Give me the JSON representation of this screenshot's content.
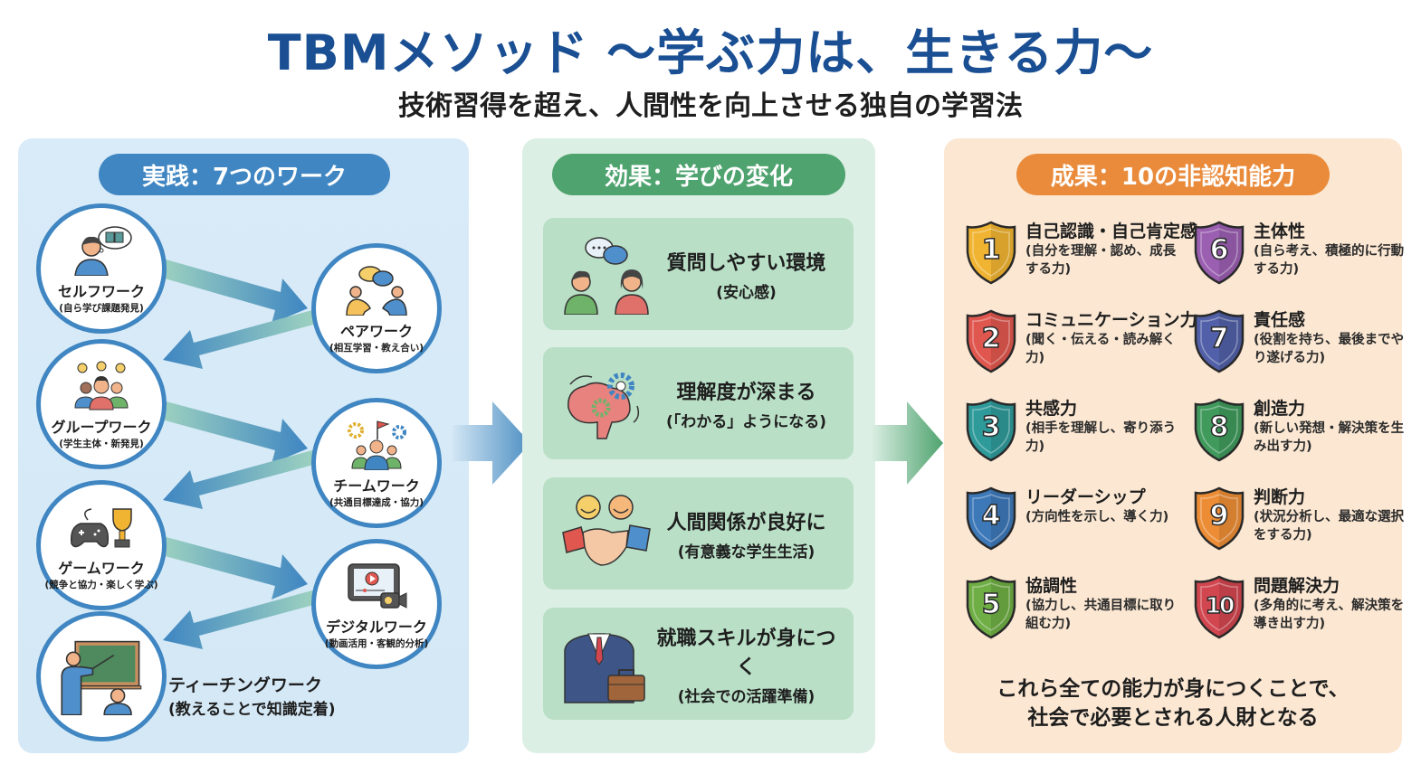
{
  "header": {
    "title": "TBMメソッド ～学ぶ力は、生きる力～",
    "subtitle": "技術習得を超え、人間性を向上させる独自の学習法"
  },
  "practice": {
    "heading": "実践：7つのワーク",
    "works": [
      {
        "name": "セルフワーク",
        "desc": "(自ら学び課題発見)",
        "icon": "person-thinking-book-icon"
      },
      {
        "name": "ペアワーク",
        "desc": "(相互学習・教え合い)",
        "icon": "pair-conversation-icon"
      },
      {
        "name": "グループワーク",
        "desc": "(学生主体・新発見)",
        "icon": "group-lightbulb-icon"
      },
      {
        "name": "チームワーク",
        "desc": "(共通目標達成・協力)",
        "icon": "team-flag-gears-icon"
      },
      {
        "name": "ゲームワーク",
        "desc": "(競争と協力・楽しく学ぶ)",
        "icon": "gamepad-trophy-icon"
      },
      {
        "name": "デジタルワーク",
        "desc": "(動画活用・客観的分析)",
        "icon": "tablet-video-camera-icon"
      },
      {
        "name": "ティーチングワーク",
        "desc": "(教えることで知識定着)",
        "icon": "teacher-blackboard-icon"
      }
    ]
  },
  "effects": {
    "heading": "効果：学びの変化",
    "items": [
      {
        "main": "質問しやすい環境",
        "sub": "(安心感)",
        "icon": "two-people-speech-icon"
      },
      {
        "main": "理解度が深まる",
        "sub": "(「わかる」ようになる)",
        "icon": "brain-gears-icon"
      },
      {
        "main": "人間関係が良好に",
        "sub": "(有意義な学生生活)",
        "icon": "handshake-smiles-icon"
      },
      {
        "main": "就職スキルが身につく",
        "sub": "(社会での活躍準備)",
        "icon": "suit-briefcase-icon"
      }
    ]
  },
  "results": {
    "heading": "成果：10の非認知能力",
    "abilities": [
      {
        "num": "1",
        "name": "自己認識・自己肯定感",
        "desc": "(自分を理解・認め、成長する力)",
        "color": "#f0b432"
      },
      {
        "num": "2",
        "name": "コミュニケーション力",
        "desc": "(聞く・伝える・読み解く力)",
        "color": "#e0574f"
      },
      {
        "num": "3",
        "name": "共感力",
        "desc": "(相手を理解し、寄り添う力)",
        "color": "#2f9a9a"
      },
      {
        "num": "4",
        "name": "リーダーシップ",
        "desc": "(方向性を示し、導く力)",
        "color": "#3d78b8"
      },
      {
        "num": "5",
        "name": "協調性",
        "desc": "(協力し、共通目標に取り組む力)",
        "color": "#6fae45"
      },
      {
        "num": "6",
        "name": "主体性",
        "desc": "(自ら考え、積極的に行動する力)",
        "color": "#9a5fb0"
      },
      {
        "num": "7",
        "name": "責任感",
        "desc": "(役割を持ち、最後までやり遂げる力)",
        "color": "#5160a8"
      },
      {
        "num": "8",
        "name": "創造力",
        "desc": "(新しい発想・解決策を生み出す力)",
        "color": "#3f9a5c"
      },
      {
        "num": "9",
        "name": "判断力",
        "desc": "(状況分析し、最適な選択をする力)",
        "color": "#ec8d36"
      },
      {
        "num": "10",
        "name": "問題解決力",
        "desc": "(多角的に考え、解決策を導き出す力)",
        "color": "#d2464f"
      }
    ],
    "conclusion_line1": "これら全ての能力が身につくことで、",
    "conclusion_line2": "社会で必要とされる人財となる"
  },
  "colors": {
    "title": "#1a4f93",
    "practice_accent": "#3f86c2",
    "effects_accent": "#4fa36f",
    "results_accent": "#e98b3b"
  }
}
